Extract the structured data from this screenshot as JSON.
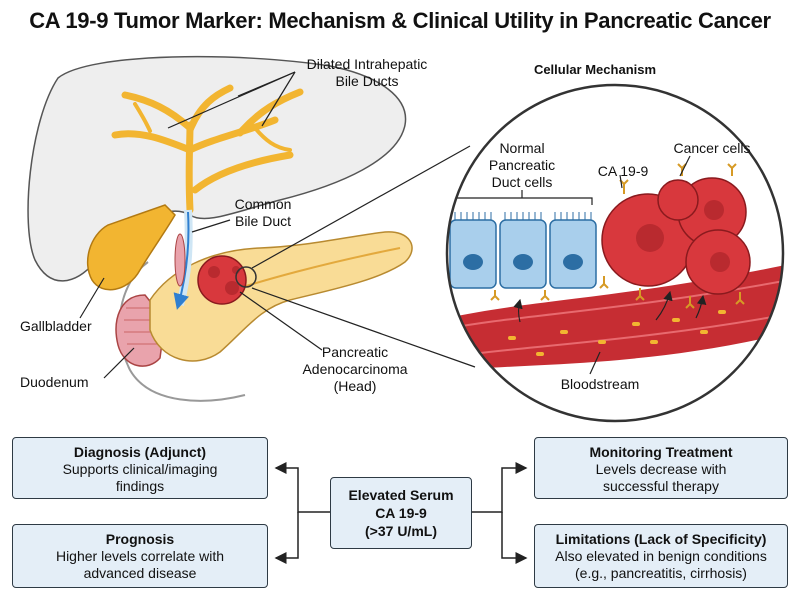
{
  "title": "CA 19-9 Tumor Marker: Mechanism & Clinical Utility in Pancreatic Cancer",
  "anatomy_labels": {
    "bile_ducts": [
      "Dilated Intrahepatic",
      "Bile Ducts"
    ],
    "common_bile_duct": [
      "Common",
      "Bile Duct"
    ],
    "gallbladder": "Gallbladder",
    "duodenum": "Duodenum",
    "tumor": [
      "Pancreatic",
      "Adenocarcinoma",
      "(Head)"
    ]
  },
  "cellular": {
    "title": "Cellular Mechanism",
    "normal_cells": [
      "Normal",
      "Pancreatic",
      "Duct cells"
    ],
    "ca199": "CA 19-9",
    "cancer_cells": "Cancer cells",
    "bloodstream": "Bloodstream"
  },
  "center": {
    "line1": "Elevated Serum",
    "line2": "CA 19-9",
    "line3": "(>37 U/mL)"
  },
  "boxes": {
    "diagnosis": {
      "heading": "Diagnosis (Adjunct)",
      "text1": "Supports clinical/imaging",
      "text2": "findings"
    },
    "prognosis": {
      "heading": "Prognosis",
      "text1": "Higher levels correlate with",
      "text2": "advanced disease"
    },
    "monitoring": {
      "heading": "Monitoring Treatment",
      "text1": "Levels decrease with",
      "text2": "successful therapy"
    },
    "limitations": {
      "heading": "Limitations (Lack of Specificity)",
      "text1": "Also elevated in benign conditions",
      "text2": "(e.g., pancreatitis, cirrhosis)"
    }
  },
  "colors": {
    "bile": "#f2b531",
    "liver": "#eeeeee",
    "pancreas": "#f9dc96",
    "tumor": "#d8383d",
    "normal_cell": "#a9cfec",
    "blood": "#c62d33",
    "box_fill": "#e4eef7"
  }
}
